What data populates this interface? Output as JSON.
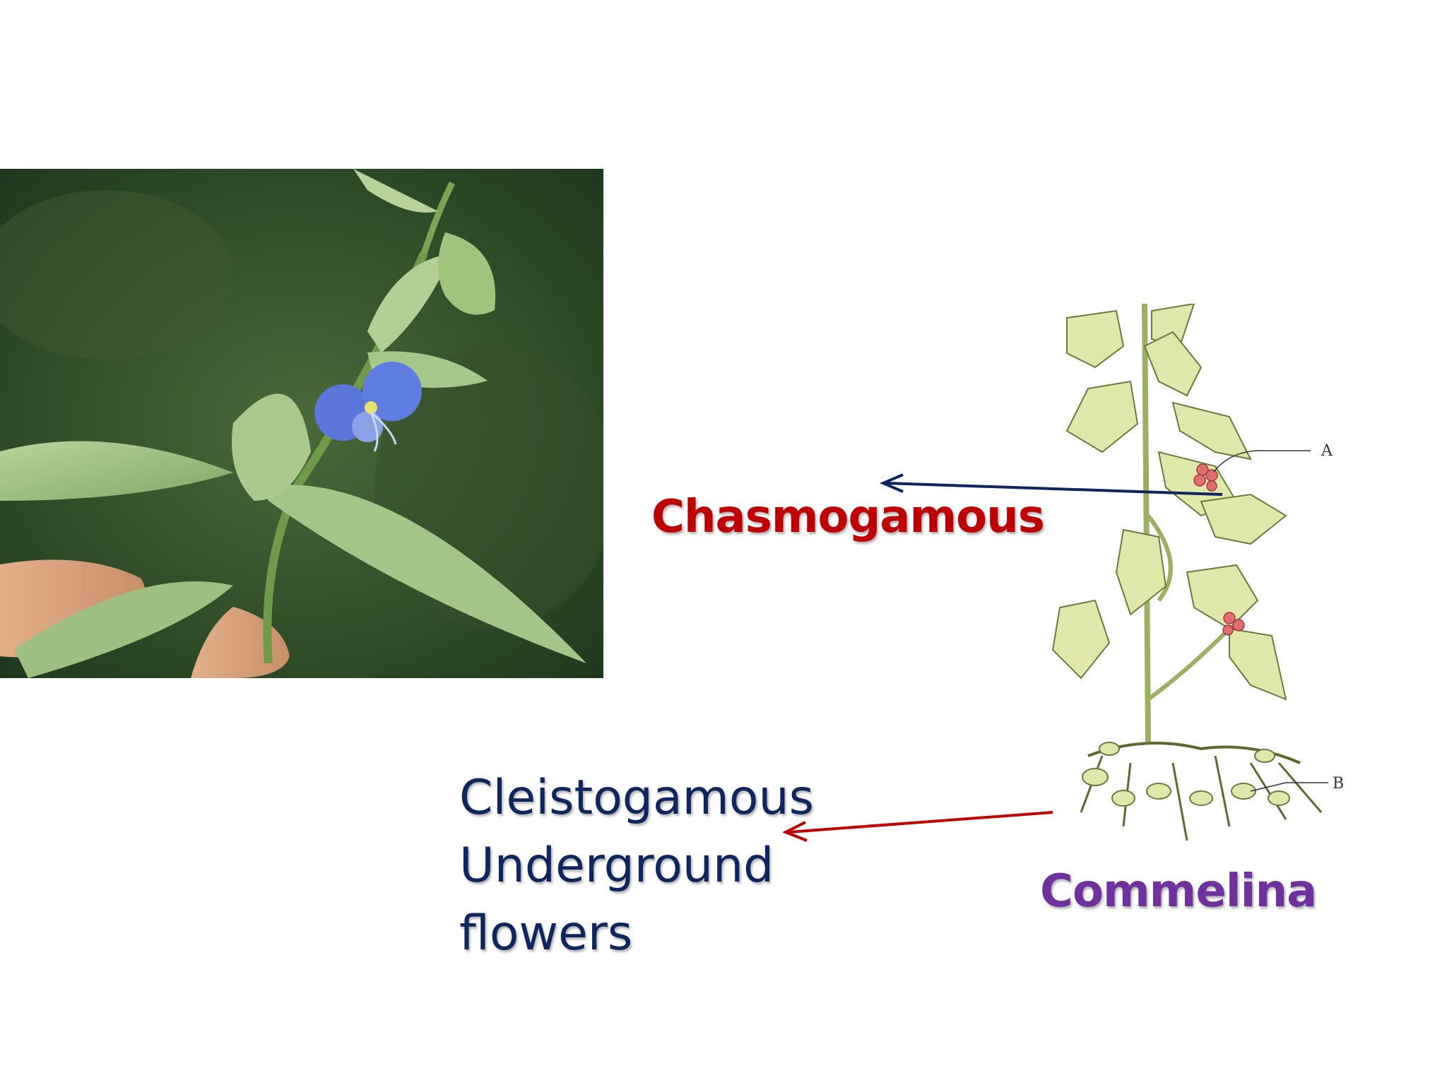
{
  "labels": {
    "chasmogamous": "Chasmogamous",
    "cleistogamous_lines": [
      "Cleistogamous",
      "Underground",
      "flowers"
    ],
    "plant_name": "Commelina"
  },
  "drawing_markers": {
    "a": "A",
    "b": "B"
  },
  "colors": {
    "chasmogamous_text": "#c00000",
    "cleistogamous_text": "#0f2560",
    "plant_name_text": "#7030a0",
    "arrow_to_chasmogamous": "#0f2560",
    "arrow_to_cleistogamous": "#c00000"
  }
}
